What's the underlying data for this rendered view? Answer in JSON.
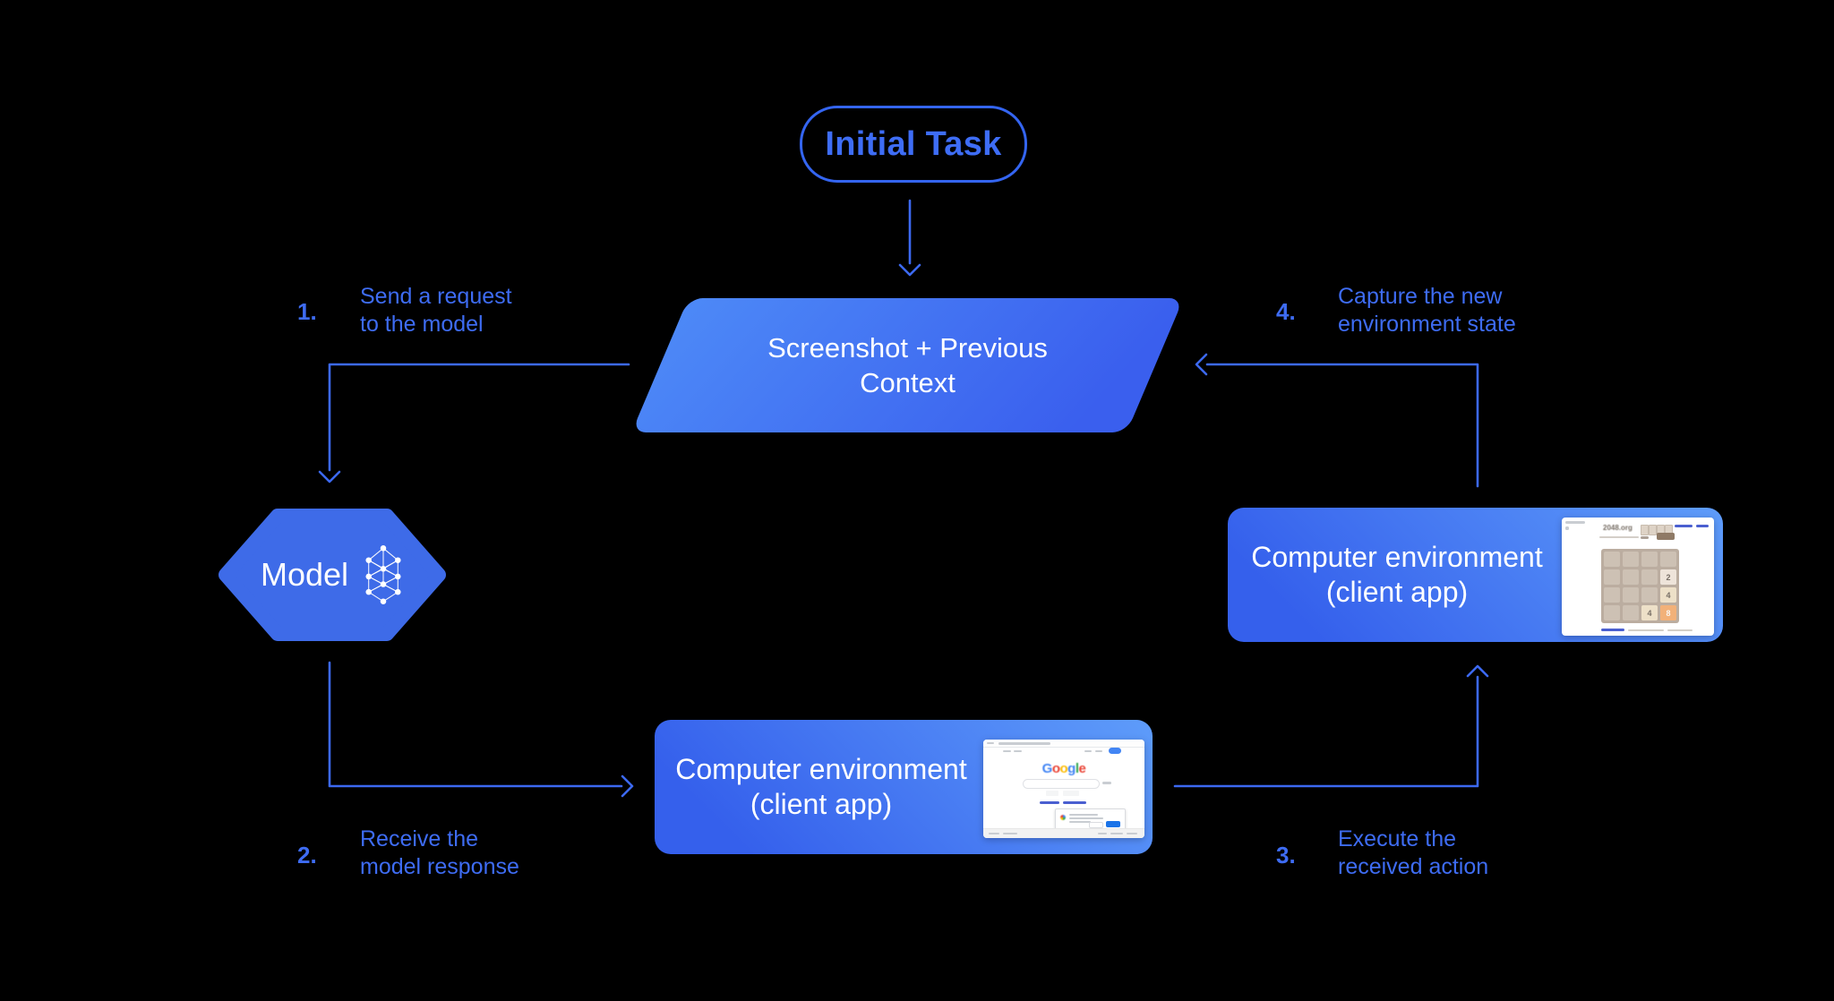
{
  "background": "#000000",
  "colors": {
    "line_blue": "#3C69F1",
    "label_blue": "#3E6CF3",
    "pill_border_blue": "#3465F1",
    "hexagon_blue": "#3E6BE8",
    "gradient_light_blue": "#5E9CFA",
    "gradient_dark_blue": "#3560EC",
    "node_text": "#FFFFFF",
    "tile_2_bg": "#EEE4DA",
    "tile_4_bg": "#EDE0C8",
    "tile_8_bg": "#F2B179"
  },
  "nodes": {
    "initial_task": {
      "label": "Initial Task"
    },
    "screenshot_context": {
      "line1": "Screenshot + Previous",
      "line2": "Context"
    },
    "model": {
      "label": "Model",
      "icon": "neural-network-icon"
    },
    "env_client_bottom": {
      "line1": "Computer environment",
      "line2": "(client app)"
    },
    "env_client_right": {
      "line1": "Computer environment",
      "line2": "(client app)"
    }
  },
  "steps": [
    {
      "num": "1.",
      "line1": "Send a request",
      "line2": "to the model"
    },
    {
      "num": "2.",
      "line1": "Receive the",
      "line2": "model response"
    },
    {
      "num": "3.",
      "line1": "Execute the",
      "line2": "received action"
    },
    {
      "num": "4.",
      "line1": "Capture the new",
      "line2": "environment state"
    }
  ],
  "thumbnails": {
    "google_search": {
      "logo_letters": [
        {
          "ch": "G",
          "color": "#4285F4"
        },
        {
          "ch": "o",
          "color": "#EA4335"
        },
        {
          "ch": "o",
          "color": "#FBBC05"
        },
        {
          "ch": "g",
          "color": "#4285F4"
        },
        {
          "ch": "l",
          "color": "#34A853"
        },
        {
          "ch": "e",
          "color": "#EA4335"
        }
      ]
    },
    "game_2048": {
      "site": "2048.org",
      "tiles": [
        {
          "value": "2"
        },
        {
          "value": "4"
        },
        {
          "value": "4"
        },
        {
          "value": "8"
        }
      ]
    }
  }
}
